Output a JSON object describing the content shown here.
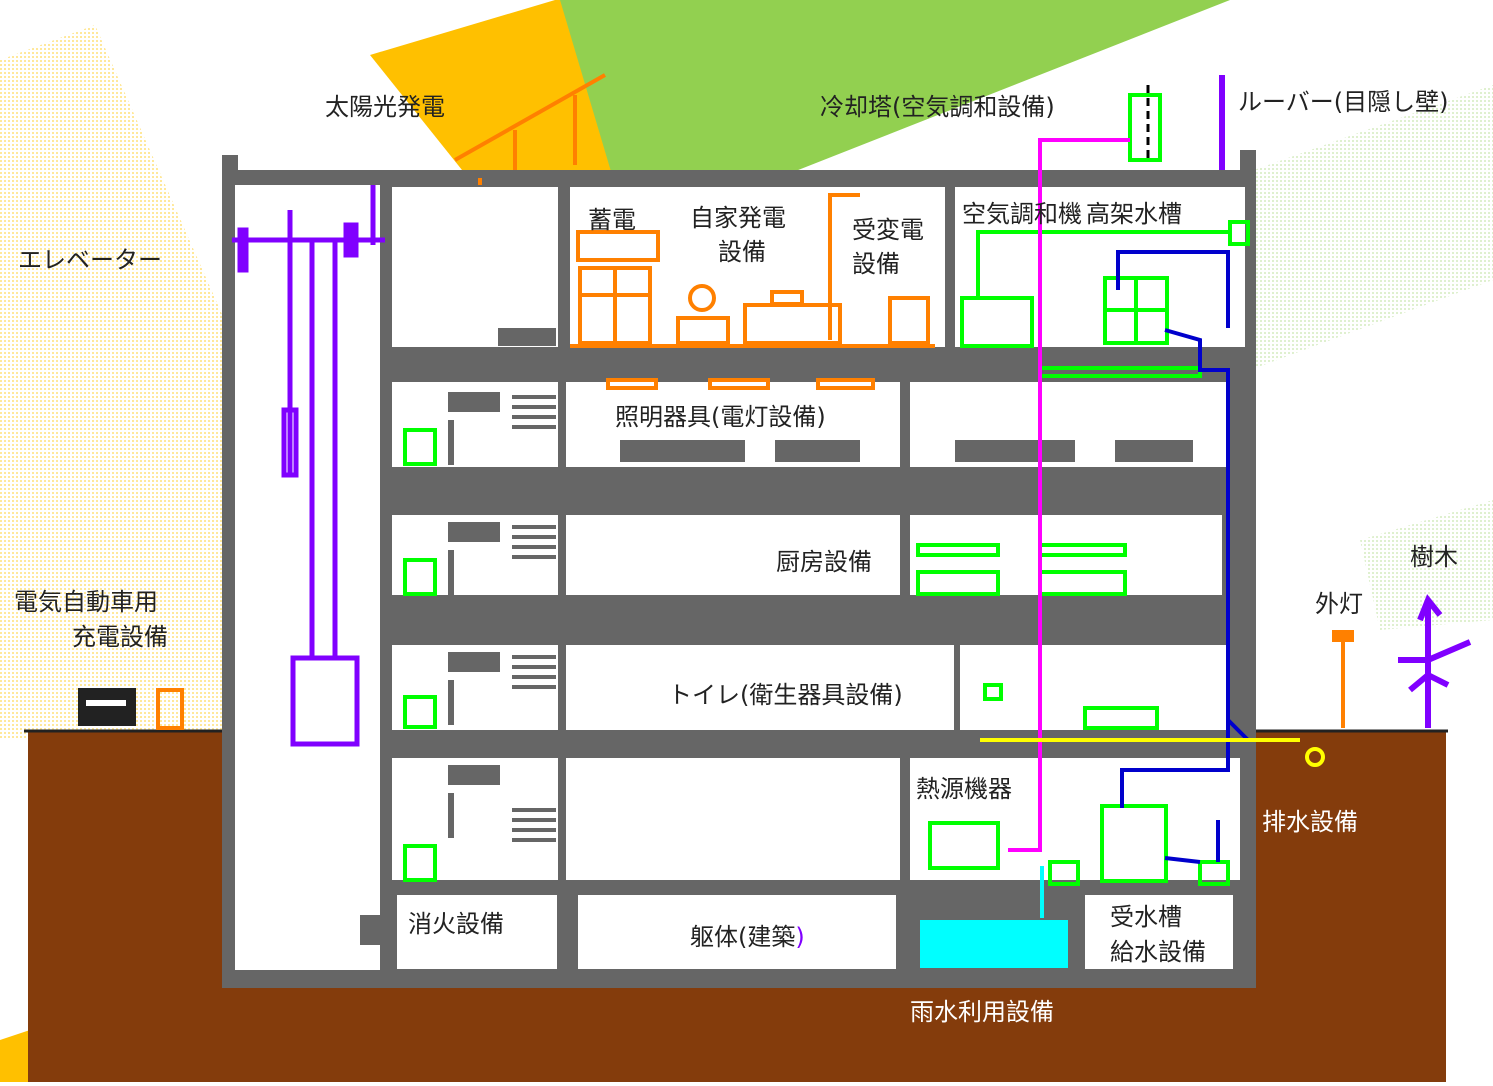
{
  "labels": {
    "solar": "太陽光発電",
    "cooling_tower": "冷却塔(空気調和設備)",
    "louver": "ルーバー(目隠し壁)",
    "elevator": "エレベーター",
    "storage": "蓄電",
    "generator_line1": "自家発電",
    "generator_line2": "設備",
    "substation_line1": "受変電",
    "substation_line2": "設備",
    "aircon": "空気調和機",
    "elevated_tank": "高架水槽",
    "lighting": "照明器具(電灯設備)",
    "kitchen": "厨房設備",
    "ev_line1": "電気自動車用",
    "ev_line2": "充電設備",
    "tree": "樹木",
    "outdoor_light": "外灯",
    "toilet": "トイレ(衛生器具設備)",
    "heat_source": "熱源機器",
    "drainage": "排水設備",
    "fire": "消火設備",
    "structure": "躯体(建築",
    "structure_paren": ")",
    "receiving_line1": "受水槽",
    "receiving_line2": "給水設備",
    "rainwater": "雨水利用設備"
  },
  "colors": {
    "building": "#666666",
    "ground": "#843c0c",
    "electric": "#ff8000",
    "hvac": "#00ff00",
    "water_supply": "#0000cc",
    "vent_duct": "#ff00ff",
    "elevator": "#8000ff",
    "rainwater": "#00ffff",
    "drain": "#ffff00",
    "beam_yellow": "#ffc000",
    "beam_green": "#92d050"
  }
}
